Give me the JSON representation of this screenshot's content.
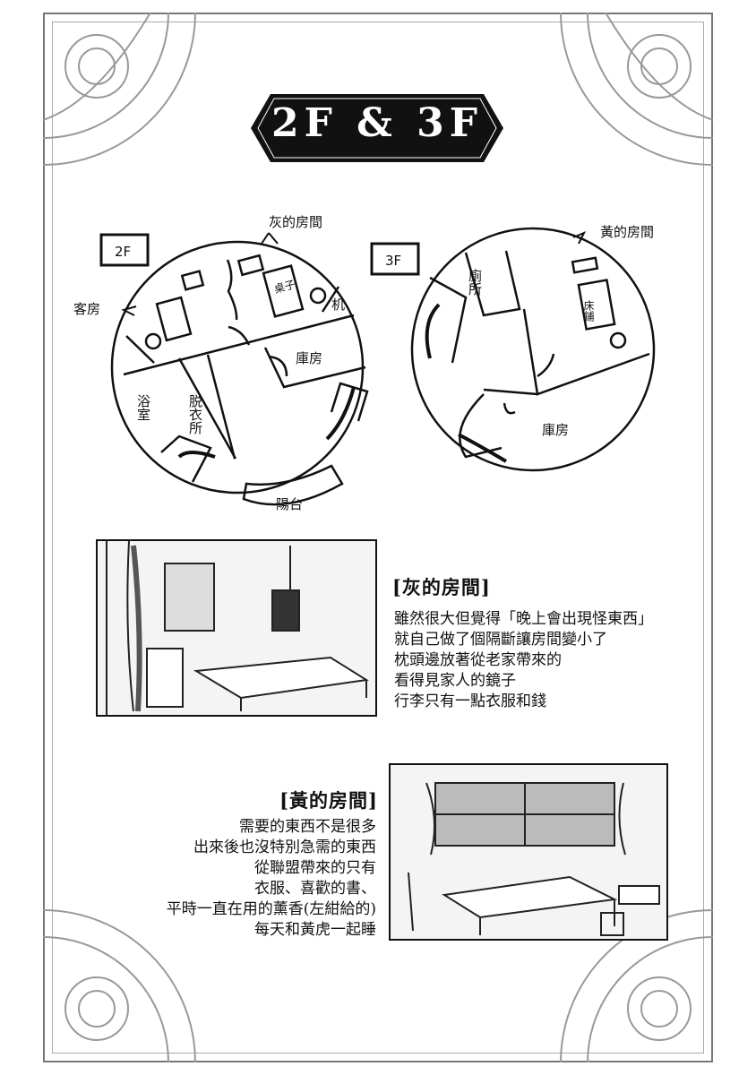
{
  "title": "2F & 3F",
  "floor_2f": {
    "label": "2F",
    "rooms": {
      "gray_room": "灰的房間",
      "guest_room": "客房",
      "desk": "桌子",
      "machine": "机",
      "storage": "庫房",
      "bathroom": "浴室",
      "dressing_room": "脱衣所",
      "balcony": "陽台"
    }
  },
  "floor_3f": {
    "label": "3F",
    "rooms": {
      "yellow_room": "黃的房間",
      "toilet": "廁所",
      "bed": "床鋪",
      "storage": "庫房"
    }
  },
  "gray_room_caption": {
    "heading": "[灰的房間]",
    "lines": [
      "雖然很大但覺得「晚上會出現怪東西」",
      "就自己做了個隔斷讓房間變小了",
      "枕頭邊放著從老家帶來的",
      "看得見家人的鏡子",
      "行李只有一點衣服和錢"
    ]
  },
  "yellow_room_caption": {
    "heading": "[黃的房間]",
    "lines": [
      "需要的東西不是很多",
      "出來後也沒特別急需的東西",
      "從聯盟帶來的只有",
      "衣服、喜歡的書、",
      "平時一直在用的薰香(左紺給的)",
      "每天和黃虎一起睡"
    ]
  },
  "colors": {
    "ink": "#111111",
    "border": "#777777",
    "panel_bg": "#f4f4f4"
  }
}
